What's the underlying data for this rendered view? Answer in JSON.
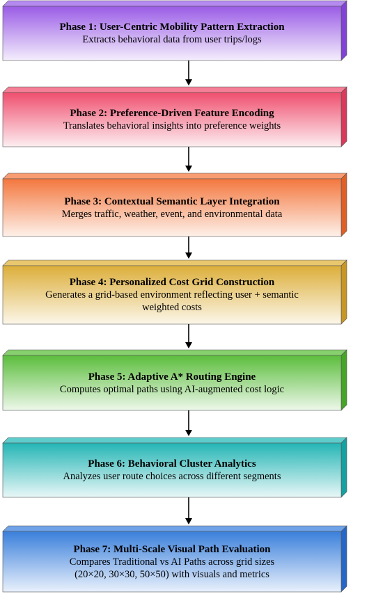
{
  "phases": [
    {
      "title": "Phase 1: User-Centric Mobility Pattern Extraction",
      "description": [
        "Extracts behavioral data from user trips/logs"
      ],
      "colors": {
        "front_top": "#9a5ce6",
        "front_bottom": "#f4eefc",
        "side": "#8143d6",
        "top": "#b58af0"
      }
    },
    {
      "title": "Phase 2: Preference-Driven Feature Encoding",
      "description": [
        "Translates behavioral insights into preference weights"
      ],
      "colors": {
        "front_top": "#ef4f6e",
        "front_bottom": "#fdeef1",
        "side": "#d83a5b",
        "top": "#f57f96"
      }
    },
    {
      "title": "Phase 3: Contextual Semantic Layer Integration",
      "description": [
        "Merges traffic, weather, event, and environmental data"
      ],
      "colors": {
        "front_top": "#f3773e",
        "front_bottom": "#fef1ea",
        "side": "#de6026",
        "top": "#f89d73"
      }
    },
    {
      "title": "Phase 4: Personalized Cost Grid Construction",
      "description": [
        "Generates a grid-based environment reflecting user + semantic",
        "weighted costs"
      ],
      "colors": {
        "front_top": "#dcae3a",
        "front_bottom": "#fcf7ea",
        "side": "#c79627",
        "top": "#e9c76f"
      }
    },
    {
      "title": "Phase 5: Adaptive A* Routing Engine",
      "description": [
        "Computes optimal paths using AI-augmented cost logic"
      ],
      "colors": {
        "front_top": "#5bbd3c",
        "front_bottom": "#eef8eb",
        "side": "#46a428",
        "top": "#87d06e"
      }
    },
    {
      "title": "Phase 6: Behavioral Cluster Analytics",
      "description": [
        "Analyzes user route choices across different segments"
      ],
      "colors": {
        "front_top": "#25b5b5",
        "front_bottom": "#e9f7f7",
        "side": "#16a0a0",
        "top": "#5fcccc"
      }
    },
    {
      "title": "Phase 7: Multi-Scale Visual Path Evaluation",
      "description": [
        "Compares Traditional vs AI Paths across grid sizes",
        "(20×20, 30×30, 50×50) with visuals and metrics"
      ],
      "colors": {
        "front_top": "#3a7fdb",
        "front_bottom": "#e9f1fc",
        "side": "#2667c6",
        "top": "#6fa2e6"
      }
    }
  ],
  "arrow_color": "#000000",
  "border_color": "#555555"
}
